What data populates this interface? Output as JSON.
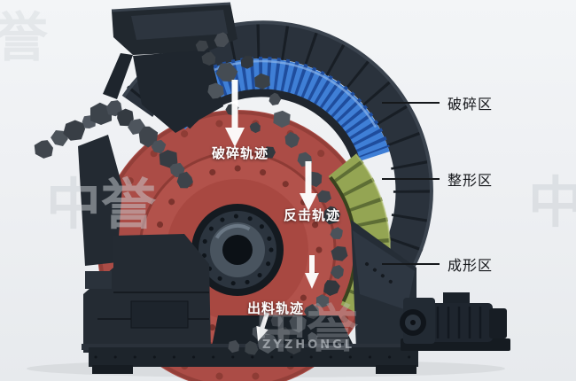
{
  "canvas": {
    "background": "#eef0f3"
  },
  "watermark": {
    "primary": "中誉",
    "secondary": "ZYZHONGL"
  },
  "zone_labels": [
    {
      "id": "crushing-zone",
      "label": "破碎区"
    },
    {
      "id": "shaping-zone",
      "label": "整形区"
    },
    {
      "id": "forming-zone",
      "label": "成形区"
    }
  ],
  "trajectory_labels": [
    {
      "id": "crushing-trajectory",
      "label": "破碎轨迹"
    },
    {
      "id": "rebound-trajectory",
      "label": "反击轨迹"
    },
    {
      "id": "discharge-trajectory",
      "label": "出料轨迹"
    }
  ],
  "colors": {
    "casing": "#2a323c",
    "bellows_blue": "#3f7fd6",
    "rotor_red": "#b2524b",
    "plates_green": "#94a553",
    "arrow_white": "#ffffff",
    "label_black": "#14161a"
  }
}
